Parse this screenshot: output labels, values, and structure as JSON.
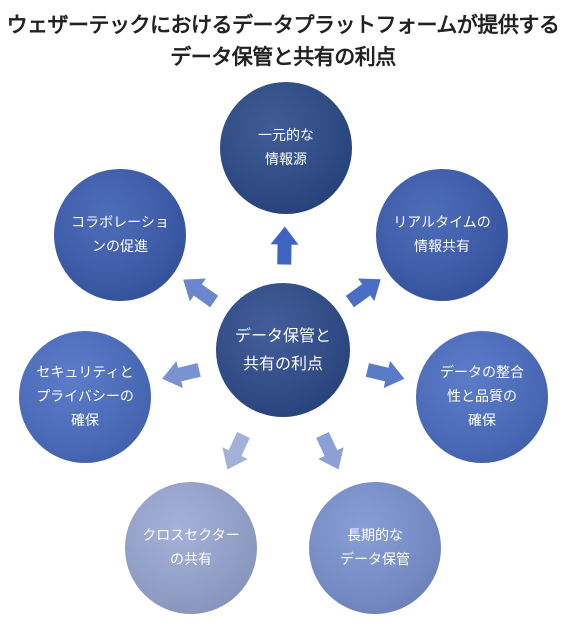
{
  "title": {
    "line1": "ウェザーテックにおけるデータプラットフォームが提供する",
    "line2": "データ保管と共有の利点"
  },
  "center": {
    "label": "データ保管と\n共有の利点",
    "color": "#2d4b8c"
  },
  "nodes": [
    {
      "label": "一元的な\n情報源",
      "color": "#2b4a8a"
    },
    {
      "label": "リアルタイムの\n情報共有",
      "color": "#3a5cb0"
    },
    {
      "label": "データの整合\n性と品質の\n確保",
      "color": "#4a6ec4"
    },
    {
      "label": "長期的な\nデータ保管",
      "color": "#7b93d2"
    },
    {
      "label": "クロスセクター\nの共有",
      "color": "#9aa8d4"
    },
    {
      "label": "セキュリティと\nプライバシーの\n確保",
      "color": "#4a6ec4"
    },
    {
      "label": "コラボレーショ\nンの促進",
      "color": "#3a5cb0"
    }
  ],
  "arrow_colors": [
    "#3f63c0",
    "#4a6ec4",
    "#5a7cc8",
    "#8da0d6",
    "#a3b1da",
    "#7a93d0",
    "#6a86cc"
  ]
}
